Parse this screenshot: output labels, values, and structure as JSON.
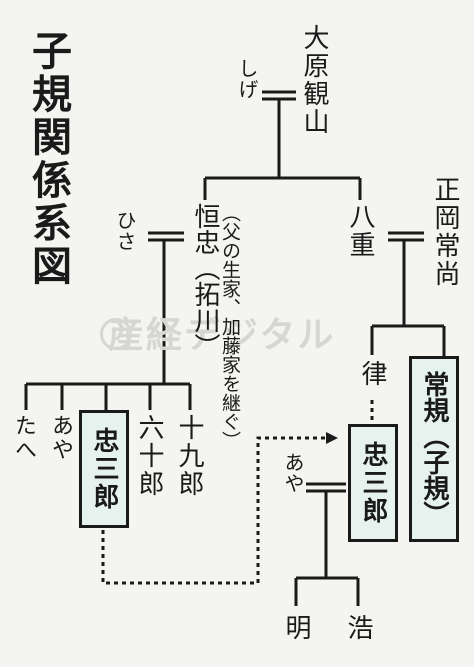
{
  "title": "子規関係系図",
  "watermark": "産経デジタル",
  "people": {
    "ohara_kanzan": "大原観山",
    "shige": "しげ",
    "hisa": "ひさ",
    "tsunetada": "恒忠（拓川）",
    "tsunetada_note": "（父の生家、加藤家を継ぐ）",
    "yae": "八重",
    "masaoka_tsunenao": "正岡常尚",
    "ritsu": "律",
    "shiki": "常規（子規）",
    "chuzaburo_left": "忠三郎",
    "chuzaburo_right": "忠三郎",
    "tae": "たへ",
    "aya_left": "あや",
    "rokujuro": "六十郎",
    "jukuro": "十九郎",
    "aya_right": "あや",
    "akira": "明",
    "hiroshi": "浩"
  }
}
